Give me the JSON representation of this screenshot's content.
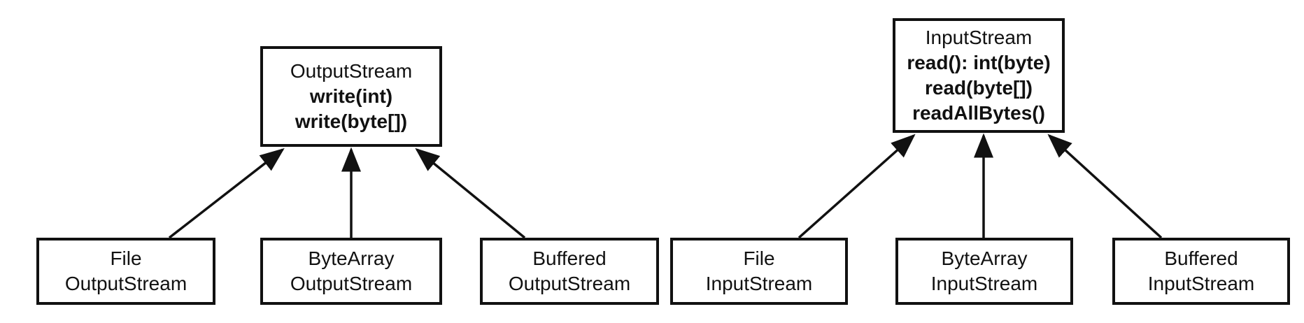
{
  "output_group": {
    "parent": {
      "title": "OutputStream",
      "methods": [
        "write(int)",
        "write(byte[])"
      ]
    },
    "children": [
      {
        "line1": "File",
        "line2": "OutputStream"
      },
      {
        "line1": "ByteArray",
        "line2": "OutputStream"
      },
      {
        "line1": "Buffered",
        "line2": "OutputStream"
      }
    ]
  },
  "input_group": {
    "parent": {
      "title": "InputStream",
      "methods": [
        "read(): int(byte)",
        "read(byte[])",
        "readAllBytes()"
      ]
    },
    "children": [
      {
        "line1": "File",
        "line2": "InputStream"
      },
      {
        "line1": "ByteArray",
        "line2": "InputStream"
      },
      {
        "line1": "Buffered",
        "line2": "InputStream"
      }
    ]
  },
  "colors": {
    "stroke": "#111111",
    "background": "#ffffff"
  }
}
